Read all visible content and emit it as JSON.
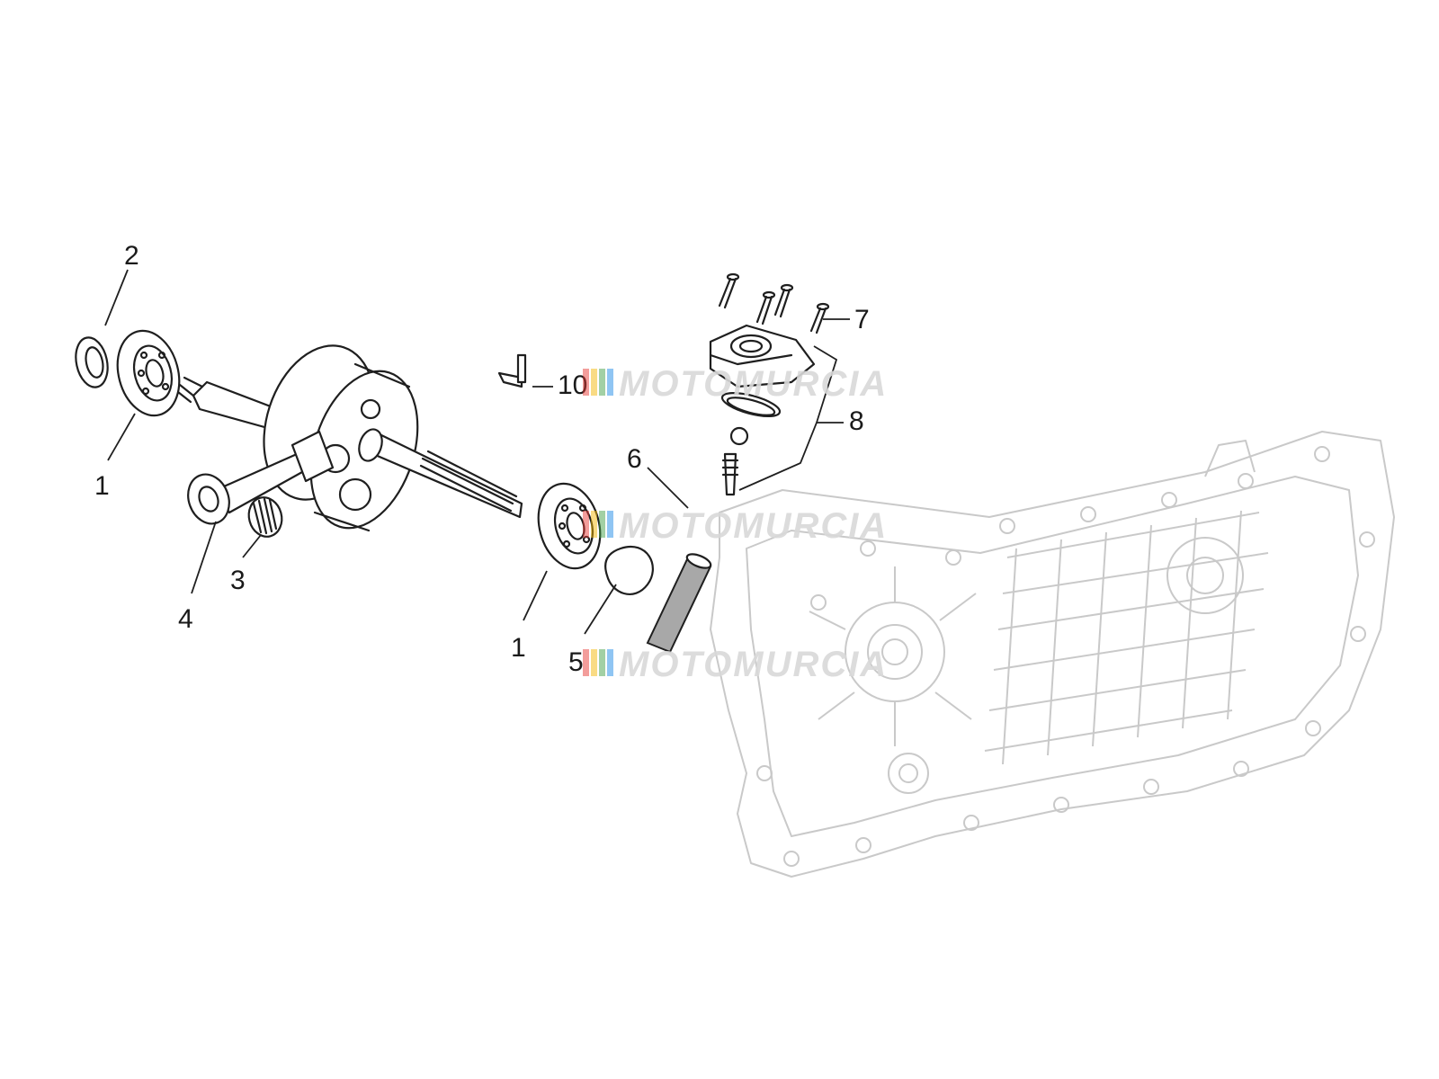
{
  "callouts": [
    {
      "id": "c2",
      "text": "2"
    },
    {
      "id": "c1a",
      "text": "1"
    },
    {
      "id": "c4",
      "text": "4"
    },
    {
      "id": "c3",
      "text": "3"
    },
    {
      "id": "c1b",
      "text": "1"
    },
    {
      "id": "c5",
      "text": "5"
    },
    {
      "id": "c6",
      "text": "6"
    },
    {
      "id": "c10",
      "text": "10"
    },
    {
      "id": "c7",
      "text": "7"
    },
    {
      "id": "c8",
      "text": "8"
    }
  ],
  "watermark": {
    "text": "MOTOMURCIA",
    "colors": [
      "#e53935",
      "#f2b705",
      "#43a047",
      "#1e88e5"
    ]
  }
}
